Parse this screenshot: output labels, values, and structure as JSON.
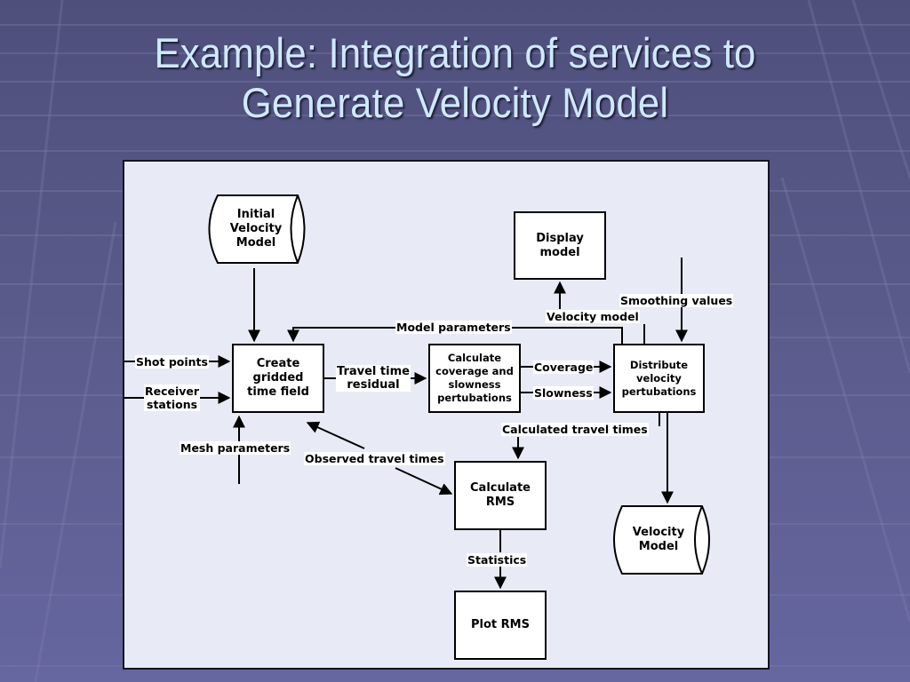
{
  "slide": {
    "title_lines": [
      "Example: Integration of services to",
      "Generate Velocity Model"
    ],
    "colors": {
      "background": "#5a5a8a",
      "title_text": "#cfe8ff",
      "panel_fill": "#e8ebf5",
      "node_fill": "#ffffff",
      "stroke": "#000000"
    }
  },
  "diagram": {
    "nodes": {
      "initial_velocity_model": {
        "label": "Initial\nVelocity\nModel",
        "shape": "stored-data"
      },
      "create_gridded_time_field": {
        "label": "Create\ngridded\ntime field",
        "shape": "process"
      },
      "calculate_coverage": {
        "label": "Calculate\ncoverage and\nslowness\npertubations",
        "shape": "process"
      },
      "distribute_velocity": {
        "label": "Distribute\nvelocity\npertubations",
        "shape": "process"
      },
      "display_model": {
        "label": "Display\nmodel",
        "shape": "process"
      },
      "calculate_rms": {
        "label": "Calculate\nRMS",
        "shape": "process"
      },
      "plot_rms": {
        "label": "Plot RMS",
        "shape": "process"
      },
      "velocity_model": {
        "label": "Velocity\nModel",
        "shape": "stored-data"
      }
    },
    "edge_labels": {
      "shot_points": "Shot points",
      "receiver_stations": "Receiver\nstations",
      "mesh_parameters": "Mesh parameters",
      "travel_time_residual": "Travel time\nresidual",
      "model_parameters": "Model parameters",
      "coverage": "Coverage",
      "slowness": "Slowness",
      "velocity_model": "Velocity model",
      "smoothing_values": "Smoothing values",
      "calculated_travel_times": "Calculated travel times",
      "observed_travel_times": "Observed travel times",
      "statistics": "Statistics"
    },
    "edges": [
      {
        "from": "initial_velocity_model",
        "to": "create_gridded_time_field"
      },
      {
        "from": "external",
        "to": "create_gridded_time_field",
        "label": "shot_points"
      },
      {
        "from": "external",
        "to": "create_gridded_time_field",
        "label": "receiver_stations"
      },
      {
        "from": "external",
        "to": "create_gridded_time_field",
        "label": "mesh_parameters"
      },
      {
        "from": "create_gridded_time_field",
        "to": "calculate_coverage",
        "label": "travel_time_residual"
      },
      {
        "from": "distribute_velocity",
        "to": "create_gridded_time_field",
        "label": "model_parameters"
      },
      {
        "from": "calculate_coverage",
        "to": "distribute_velocity",
        "label": "coverage"
      },
      {
        "from": "calculate_coverage",
        "to": "distribute_velocity",
        "label": "slowness"
      },
      {
        "from": "distribute_velocity",
        "to": "display_model",
        "label": "velocity_model"
      },
      {
        "from": "external",
        "to": "distribute_velocity",
        "label": "smoothing_values"
      },
      {
        "from": "distribute_velocity",
        "to": "calculate_rms",
        "label": "calculated_travel_times"
      },
      {
        "from": "calculate_rms",
        "to": "create_gridded_time_field",
        "label": "observed_travel_times",
        "bidirectional": true
      },
      {
        "from": "calculate_rms",
        "to": "plot_rms",
        "label": "statistics"
      },
      {
        "from": "distribute_velocity",
        "to": "velocity_model"
      }
    ]
  }
}
